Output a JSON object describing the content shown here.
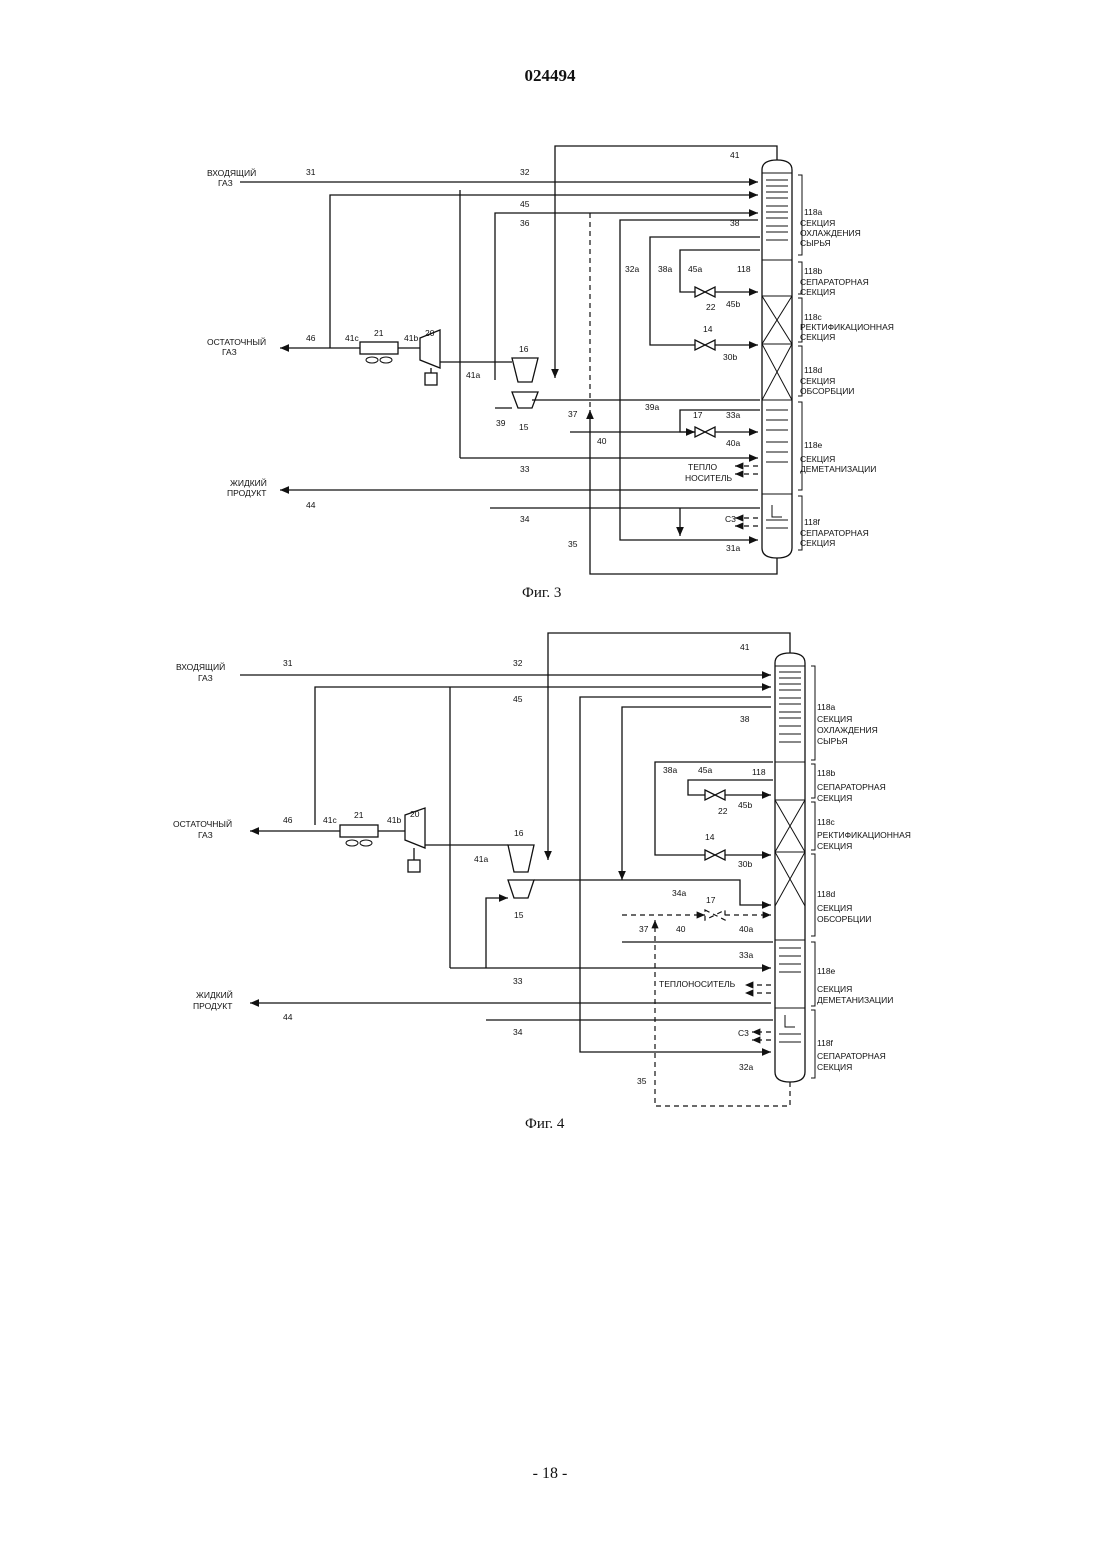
{
  "doc_number": "024494",
  "page_number": "- 18 -",
  "fig3": {
    "caption": "Фиг. 3",
    "inlet": [
      "ВХОДЯЩИЙ",
      "ГАЗ"
    ],
    "residue": [
      "ОСТАТОЧНЫЙ",
      "ГАЗ"
    ],
    "liquid": [
      "ЖИДКИЙ",
      "ПРОДУКТ"
    ],
    "heat_medium": [
      "ТЕПЛО",
      "НОСИТЕЛЬ"
    ],
    "c3": "C3",
    "sections": [
      {
        "id": "118a",
        "lines": [
          "СЕКЦИЯ",
          "ОХЛАЖДЕНИЯ",
          "СЫРЬЯ"
        ]
      },
      {
        "id": "118b",
        "lines": [
          "СЕПАРАТОРНАЯ",
          "СЕКЦИЯ"
        ]
      },
      {
        "id": "118c",
        "lines": [
          "РЕКТИФИКАЦИОННАЯ",
          "СЕКЦИЯ"
        ]
      },
      {
        "id": "118d",
        "lines": [
          "СЕКЦИЯ",
          "ОБСОРБЦИИ"
        ]
      },
      {
        "id": "118e",
        "lines": [
          "СЕКЦИЯ",
          "ДЕМЕТАНИЗАЦИИ"
        ]
      },
      {
        "id": "118f",
        "lines": [
          "СЕПАРАТОРНАЯ",
          "СЕКЦИЯ"
        ]
      }
    ],
    "tags": [
      "41",
      "31",
      "32",
      "45",
      "36",
      "38",
      "32a",
      "38a",
      "45a",
      "118",
      "22",
      "45b",
      "14",
      "30b",
      "16",
      "20",
      "21",
      "41c",
      "41b",
      "41a",
      "46",
      "15",
      "39",
      "39a",
      "37",
      "40",
      "17",
      "33a",
      "40a",
      "33",
      "44",
      "34",
      "35",
      "31a"
    ]
  },
  "fig4": {
    "caption": "Фиг. 4",
    "inlet": [
      "ВХОДЯЩИЙ",
      "ГАЗ"
    ],
    "residue": [
      "ОСТАТОЧНЫЙ",
      "ГАЗ"
    ],
    "liquid": [
      "ЖИДКИЙ",
      "ПРОДУКТ"
    ],
    "heat_medium": "ТЕПЛОНОСИТЕЛЬ",
    "c3": "C3",
    "sections": [
      {
        "id": "118a",
        "lines": [
          "СЕКЦИЯ",
          "ОХЛАЖДЕНИЯ",
          "СЫРЬЯ"
        ]
      },
      {
        "id": "118b",
        "lines": [
          "СЕПАРАТОРНАЯ",
          "СЕКЦИЯ"
        ]
      },
      {
        "id": "118c",
        "lines": [
          "РЕКТИФИКАЦИОННАЯ",
          "СЕКЦИЯ"
        ]
      },
      {
        "id": "118d",
        "lines": [
          "СЕКЦИЯ",
          "ОБСОРБЦИИ"
        ]
      },
      {
        "id": "118e",
        "lines": [
          "СЕКЦИЯ",
          "ДЕМЕТАНИЗАЦИИ"
        ]
      },
      {
        "id": "118f",
        "lines": [
          "СЕПАРАТОРНАЯ",
          "СЕКЦИЯ"
        ]
      }
    ],
    "tags": [
      "41",
      "31",
      "32",
      "45",
      "38",
      "38a",
      "45a",
      "118",
      "22",
      "45b",
      "14",
      "30b",
      "20",
      "21",
      "41c",
      "41b",
      "41a",
      "46",
      "16",
      "15",
      "34a",
      "17",
      "37",
      "40",
      "40a",
      "33a",
      "33",
      "44",
      "34",
      "32a",
      "35"
    ]
  }
}
